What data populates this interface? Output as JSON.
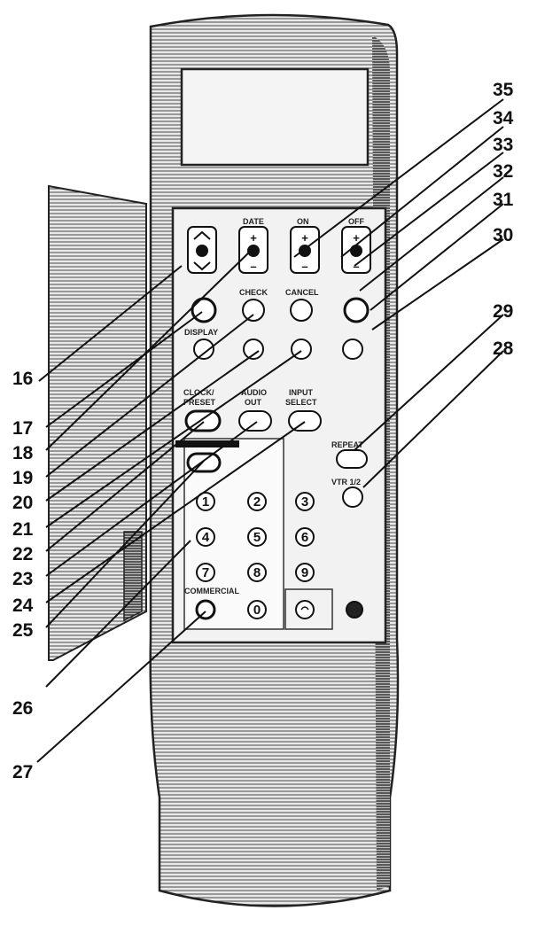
{
  "callouts": {
    "n16": "16",
    "n17": "17",
    "n18": "18",
    "n19": "19",
    "n20": "20",
    "n21": "21",
    "n22": "22",
    "n23": "23",
    "n24": "24",
    "n25": "25",
    "n26": "26",
    "n27": "27",
    "n28": "28",
    "n29": "29",
    "n30": "30",
    "n31": "31",
    "n32": "32",
    "n33": "33",
    "n34": "34",
    "n35": "35"
  },
  "labels": {
    "date": "DATE",
    "on": "ON",
    "off": "OFF",
    "check": "CHECK",
    "cancel": "CANCEL",
    "display": "DISPLAY",
    "clock_preset_1": "CLOCK/",
    "clock_preset_2": "PRESET",
    "audio_out_1": "AUDIO",
    "audio_out_2": "OUT",
    "input_select_1": "INPUT",
    "input_select_2": "SELECT",
    "repeat": "REPEAT",
    "vtr": "VTR 1/2",
    "commercial": "COMMERCIAL"
  },
  "keypad": [
    "1",
    "2",
    "3",
    "4",
    "5",
    "6",
    "7",
    "8",
    "9",
    "0"
  ],
  "colors": {
    "ink": "#111111",
    "body_shade": "#3a3a3a",
    "paper": "#ffffff"
  }
}
